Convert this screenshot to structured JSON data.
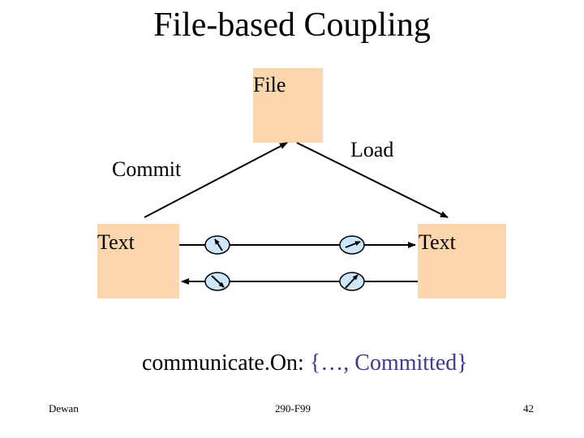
{
  "slide": {
    "title": "File-based Coupling"
  },
  "diagram": {
    "nodes": {
      "file": "File",
      "text_left": "Text",
      "text_right": "Text"
    },
    "edges": {
      "commit": "Commit",
      "load": "Load"
    },
    "colors": {
      "box_fill": "#fcd6ac",
      "accent_text": "#3b3b8f"
    }
  },
  "caption": {
    "prefix": "communicate.On:",
    "value": "{…, Committed}"
  },
  "footer": {
    "left": "Dewan",
    "center": "290-F99",
    "right": "42"
  }
}
